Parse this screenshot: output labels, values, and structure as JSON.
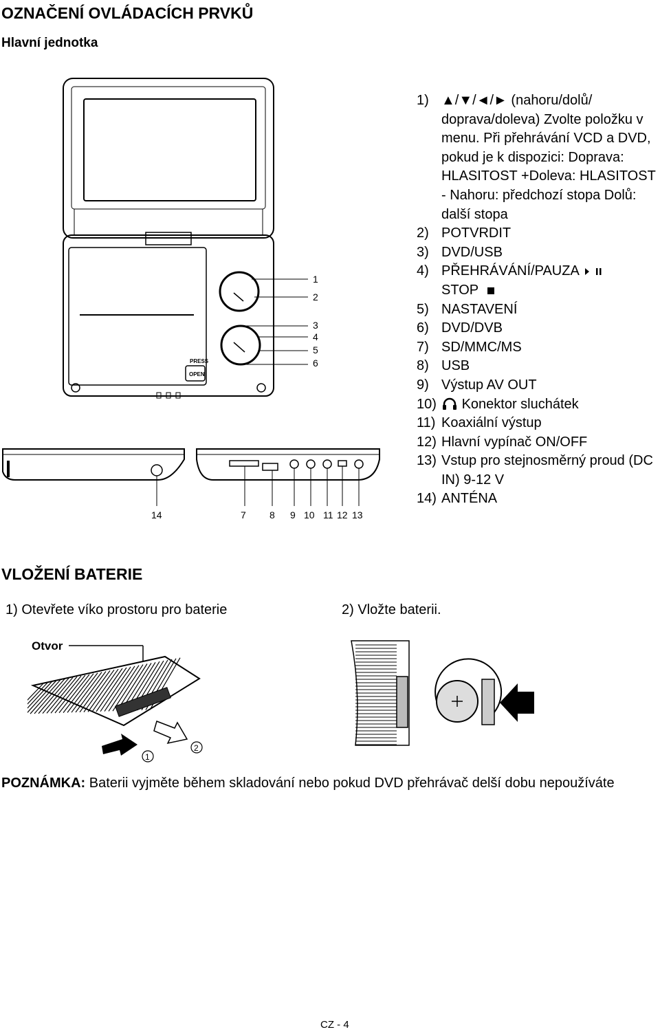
{
  "header": {
    "title": "OZNAČENÍ OVLÁDACÍCH PRVKŮ",
    "subtitle": "Hlavní jednotka"
  },
  "diagram": {
    "press_label": "PRESS",
    "open_label": "OPEN",
    "callouts_right": [
      "1",
      "2",
      "3",
      "4",
      "5",
      "6"
    ],
    "callouts_bottom": [
      "14",
      "7",
      "8",
      "9",
      "10",
      "11",
      "12",
      "13"
    ]
  },
  "controls": [
    {
      "num": "1)",
      "text": "▲/▼/◄/► (nahoru/dolů/ doprava/doleva) Zvolte položku v menu. Při přehrávání VCD a DVD, pokud je k dispozici: Doprava: HLASITOST +Doleva: HLASITOST - Nahoru: předchozí stopa Dolů: další stopa"
    },
    {
      "num": "2)",
      "text": "POTVRDIT"
    },
    {
      "num": "3)",
      "text": "DVD/USB"
    },
    {
      "num": "4)",
      "text": "PŘEHRÁVÁNÍ/PAUZA",
      "text2": "STOP"
    },
    {
      "num": "5)",
      "text": "NASTAVENÍ"
    },
    {
      "num": "6)",
      "text": "DVD/DVB"
    },
    {
      "num": "7)",
      "text": "SD/MMC/MS"
    },
    {
      "num": "8)",
      "text": "USB"
    },
    {
      "num": "9)",
      "text": "Výstup AV OUT"
    },
    {
      "num": "10)",
      "text": "Konektor sluchátek"
    },
    {
      "num": "11)",
      "text": "Koaxiální výstup"
    },
    {
      "num": "12)",
      "text": "Hlavní vypínač ON/OFF"
    },
    {
      "num": "13)",
      "text": "Vstup pro stejnosměrný proud (DC IN) 9-12 V"
    },
    {
      "num": "14)",
      "text": "ANTÉNA"
    }
  ],
  "battery": {
    "heading": "VLOŽENÍ BATERIE",
    "step1": "1)  Otevřete víko prostoru pro baterie",
    "step2": "2)  Vložte baterii.",
    "fig1_label": "Otvor",
    "fig1_mark1": "1",
    "fig1_mark2": "2"
  },
  "note": {
    "label": "POZNÁMKA:",
    "text": " Baterii vyjměte během skladování nebo pokud DVD přehrávač delší dobu nepoužíváte"
  },
  "footer": {
    "page": "CZ - 4"
  }
}
